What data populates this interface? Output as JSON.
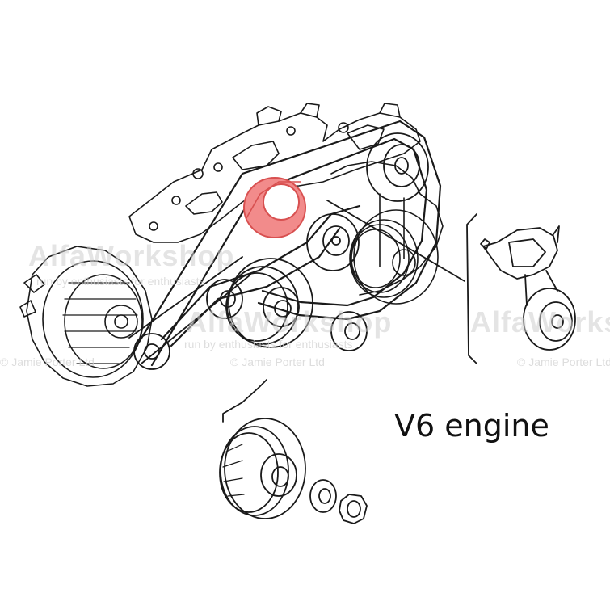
{
  "caption": "V6 engine",
  "watermark": {
    "title_left": "AlfaWorkshop",
    "title_mid": "AlfaWorkshop",
    "title_right": "AlfaWorkshop",
    "tagline_1": "run by enthusiasts for enthusiasts",
    "tagline_2": "run by enthusiasts for enthusiasts",
    "copyright_1": "© Jamie Porter Ltd",
    "copyright_2": "© Jamie Porter Ltd",
    "copyright_3": "© Jamie Porter Ltd"
  },
  "colors": {
    "line": "#1a1a1a",
    "highlight": "#f28b8b",
    "watermark": "#cfcfcf"
  },
  "parts": [
    "engine-block",
    "alternator",
    "serpentine-belt",
    "water-pump-pulley-highlighted",
    "idler-pulley",
    "crankshaft-pulley",
    "ac-compressor-pulley",
    "power-steering-pulley",
    "belt-tensioner",
    "crankshaft-pulley-exploded",
    "washer",
    "nut"
  ]
}
